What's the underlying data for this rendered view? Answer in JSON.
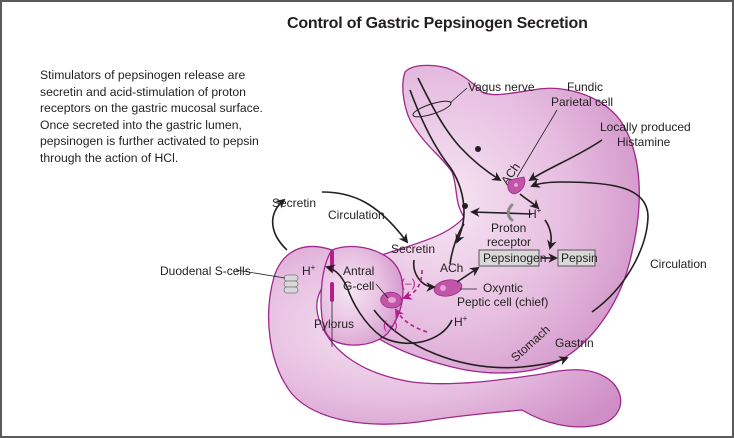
{
  "title": "Control of Gastric Pepsinogen Secretion",
  "description": [
    "Stimulators of pepsinogen release are",
    "secretin and acid-stimulation of proton",
    "receptors on the gastric mucosal surface.",
    "Once secreted into the gastric lumen,",
    "pepsinogen is further activated to pepsin",
    "through the action of HCl."
  ],
  "labels": {
    "vagus_nerve": "Vagus nerve",
    "fundic": "Fundic",
    "parietal_cell": "Parietal cell",
    "locally_produced": "Locally produced",
    "histamine": "Histamine",
    "ach_top": "ACh",
    "h_plus_top": "H",
    "plus": "+",
    "proton": "Proton",
    "receptor": "receptor",
    "pepsinogen": "Pepsinogen",
    "pepsin": "Pepsin",
    "secretin_top": "Secretin",
    "circulation_left": "Circulation",
    "secretin_mid": "Secretin",
    "ach_mid": "ACh",
    "oxyntic": "Oxyntic",
    "peptic_cell": "Peptic cell (chief)",
    "duodenal_s_cells": "Duodenal S-cells",
    "h_plus_duod": "H",
    "antral": "Antral",
    "g_cell": "G-cell",
    "inhib_1": "(–)",
    "inhib_2": "(–)",
    "pylorus": "Pylorus",
    "h_plus_antrum": "H",
    "stomach": "Stomach",
    "gastrin": "Gastrin",
    "circulation_right": "Circulation"
  },
  "colors": {
    "organ_fill": "#e3b3dc",
    "organ_stroke": "#a0288c",
    "accent_magenta": "#b31f8a",
    "arrow": "#231f20",
    "box_fill": "#d9d9d9",
    "frame": "#5a5a5a"
  }
}
